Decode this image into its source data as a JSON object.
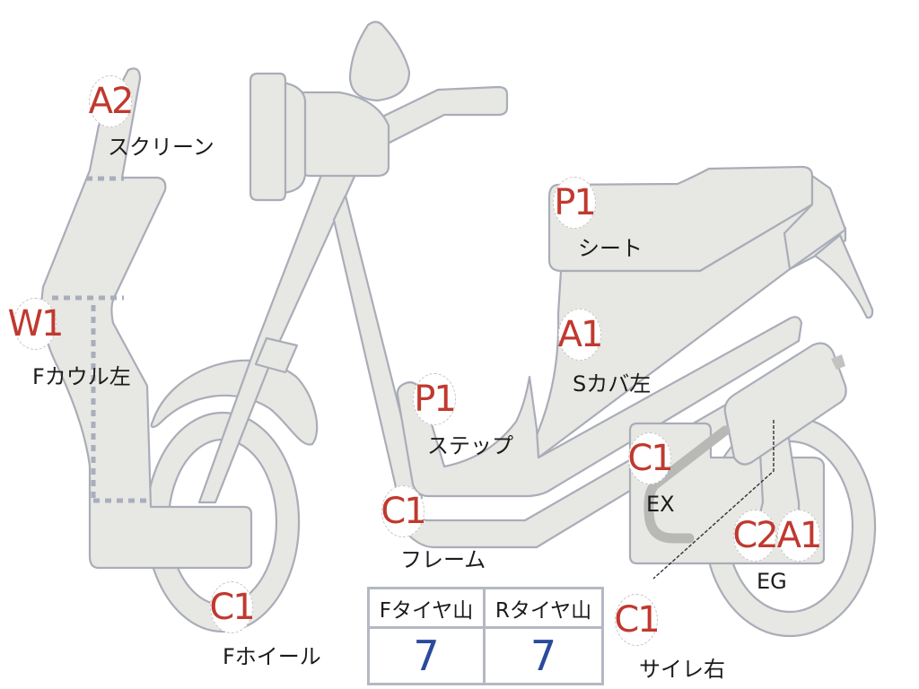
{
  "diagram": {
    "title": "scooter damage inspection diagram",
    "colors": {
      "part_fill": "#e7e7e3",
      "part_stroke": "#a9adb8",
      "grade_code": "#c0392f",
      "tread_value": "#2a4a9c",
      "label_text": "#1b1b1b"
    }
  },
  "annotations": [
    {
      "id": "screen",
      "code": "A2",
      "label": "スクリーン"
    },
    {
      "id": "front-cowl-left",
      "code": "W1",
      "label": "Fカウル左"
    },
    {
      "id": "seat",
      "code": "P1",
      "label": "シート"
    },
    {
      "id": "side-cover-left",
      "code": "A1",
      "label": "Sカバ左"
    },
    {
      "id": "step",
      "code": "P1",
      "label": "ステップ"
    },
    {
      "id": "exhaust",
      "code": "C1",
      "label": "EX"
    },
    {
      "id": "frame",
      "code": "C1",
      "label": "フレーム"
    },
    {
      "id": "engine-c2",
      "code": "C2",
      "label": ""
    },
    {
      "id": "engine-a1",
      "code": "A1",
      "label": "EG"
    },
    {
      "id": "front-wheel",
      "code": "C1",
      "label": "Fホイール"
    },
    {
      "id": "silencer-right",
      "code": "C1",
      "label": "サイレ右"
    }
  ],
  "tread_table": {
    "headers": [
      "Fタイヤ山",
      "Rタイヤ山"
    ],
    "values": [
      "7",
      "7"
    ]
  }
}
